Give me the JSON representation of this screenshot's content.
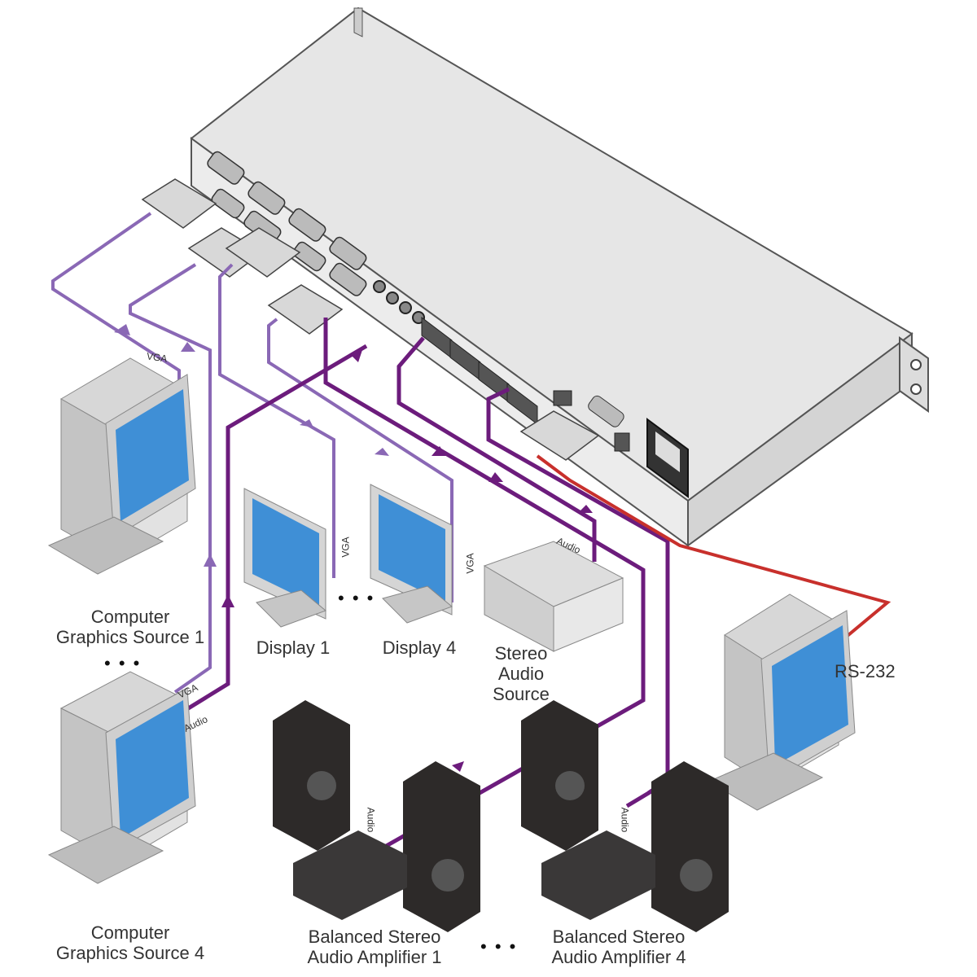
{
  "colors": {
    "vga_cable": "#8a68b5",
    "audio_cable": "#6c1c7c",
    "rs232_cable": "#c8302c",
    "chassis": "#e4e4e4",
    "screen": "#3f8fd6",
    "speaker": "#2d2a29"
  },
  "labels": {
    "source1": "Computer\nGraphics Source 1",
    "source4": "Computer\nGraphics Source 4",
    "display1": "Display 1",
    "display4": "Display 4",
    "stereo_source": "Stereo\nAudio\nSource",
    "amp1": "Balanced Stereo\nAudio Amplifier 1",
    "amp4": "Balanced Stereo\nAudio Amplifier 4",
    "rs232": "RS-232",
    "ellipsis": "• • •"
  },
  "cable_labels": {
    "vga_source1": "VGA",
    "vga_source4": "VGA",
    "audio_source4": "Audio",
    "vga_display1": "VGA",
    "vga_display4": "VGA",
    "audio_stereo": "Audio",
    "audio_amp1": "Audio",
    "audio_amp4": "Audio"
  }
}
